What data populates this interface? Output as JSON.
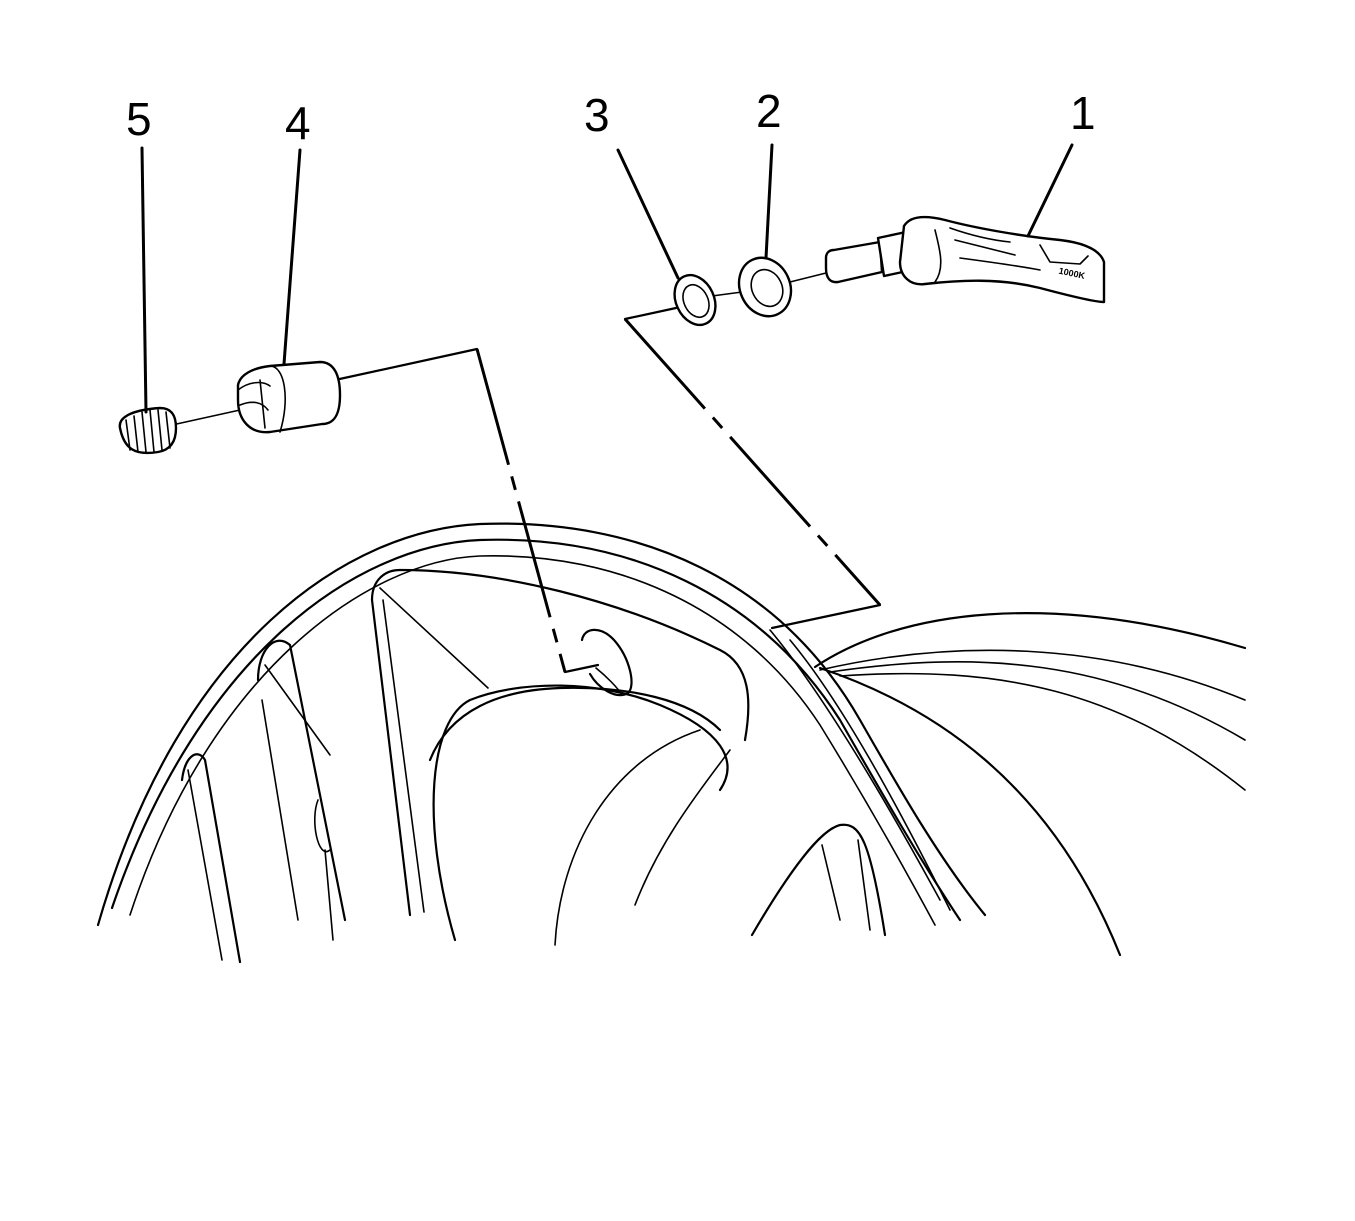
{
  "callouts": [
    {
      "id": "1",
      "label": "1"
    },
    {
      "id": "2",
      "label": "2"
    },
    {
      "id": "3",
      "label": "3"
    },
    {
      "id": "4",
      "label": "4"
    },
    {
      "id": "5",
      "label": "5"
    }
  ],
  "sensor_marking": "1000K",
  "colors": {
    "ink": "#000000",
    "paper": "#ffffff"
  }
}
